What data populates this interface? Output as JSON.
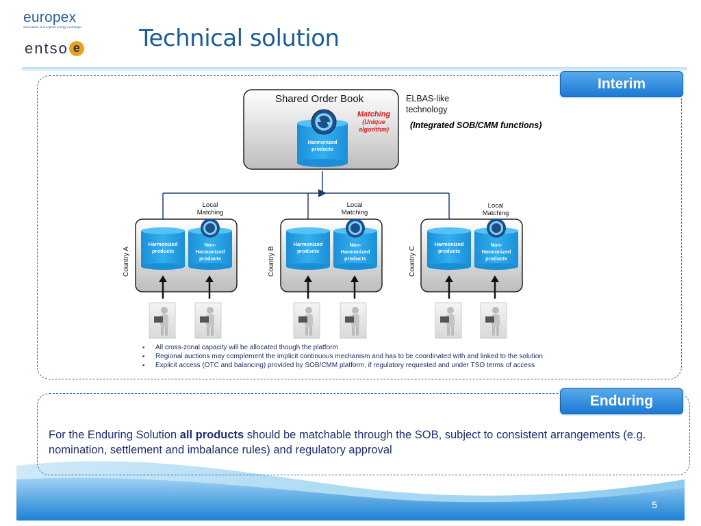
{
  "logos": {
    "europex": "europex",
    "europex_tagline": "association of european energy exchanges",
    "entsoe": "entso",
    "entsoe_badge": "e"
  },
  "title": "Technical solution",
  "interim": {
    "label": "Interim",
    "sob_title": "Shared Order Book",
    "elbas_line1": "ELBAS-like",
    "elbas_line2": "technology",
    "integrated": "(Integrated SOB/CMM functions)",
    "matching": "Matching",
    "matching_sub1": "(Unique",
    "matching_sub2": "algorithm)",
    "harmonized_1": "Harmonized",
    "harmonized_2": "products",
    "countries": [
      {
        "name": "Country A",
        "local1": "Local",
        "local2": "Matching",
        "h1": "Harmonized",
        "h2": "products",
        "n1": "Non-",
        "n2": "Harmonized",
        "n3": "products"
      },
      {
        "name": "Country B",
        "local1": "Local",
        "local2": "Matching",
        "h1": "Harmonized",
        "h2": "products",
        "n1": "Non-",
        "n2": "Harmonized",
        "n3": "products"
      },
      {
        "name": "Country C",
        "local1": "Local",
        "local2": "Matching",
        "h1": "Harmonized",
        "h2": "products",
        "n1": "Non-",
        "n2": "Harmonized",
        "n3": "products"
      }
    ],
    "bullets": [
      "All cross-zonal capacity will be allocated though the platform",
      "Regional auctions may complement the implicit continuous mechanism and has to be coordinated with and linked to the solution",
      "Explicit access (OTC and balancing) provided by SOB/CMM platform, if regulatory requested and under TSO terms of access"
    ]
  },
  "enduring": {
    "label": "Enduring",
    "text_before": "For the Enduring Solution ",
    "text_bold": "all products",
    "text_after": " should be matchable through the SOB, subject to consistent arrangements (e.g. nomination, settlement and imbalance rules) and regulatory approval"
  },
  "page_number": "5",
  "colors": {
    "title": "#1b5c96",
    "accent": "#1c79d3",
    "cylinder": "#1e9be0",
    "matching_red": "#d42020",
    "footer_blue": "#1a7fd0"
  }
}
